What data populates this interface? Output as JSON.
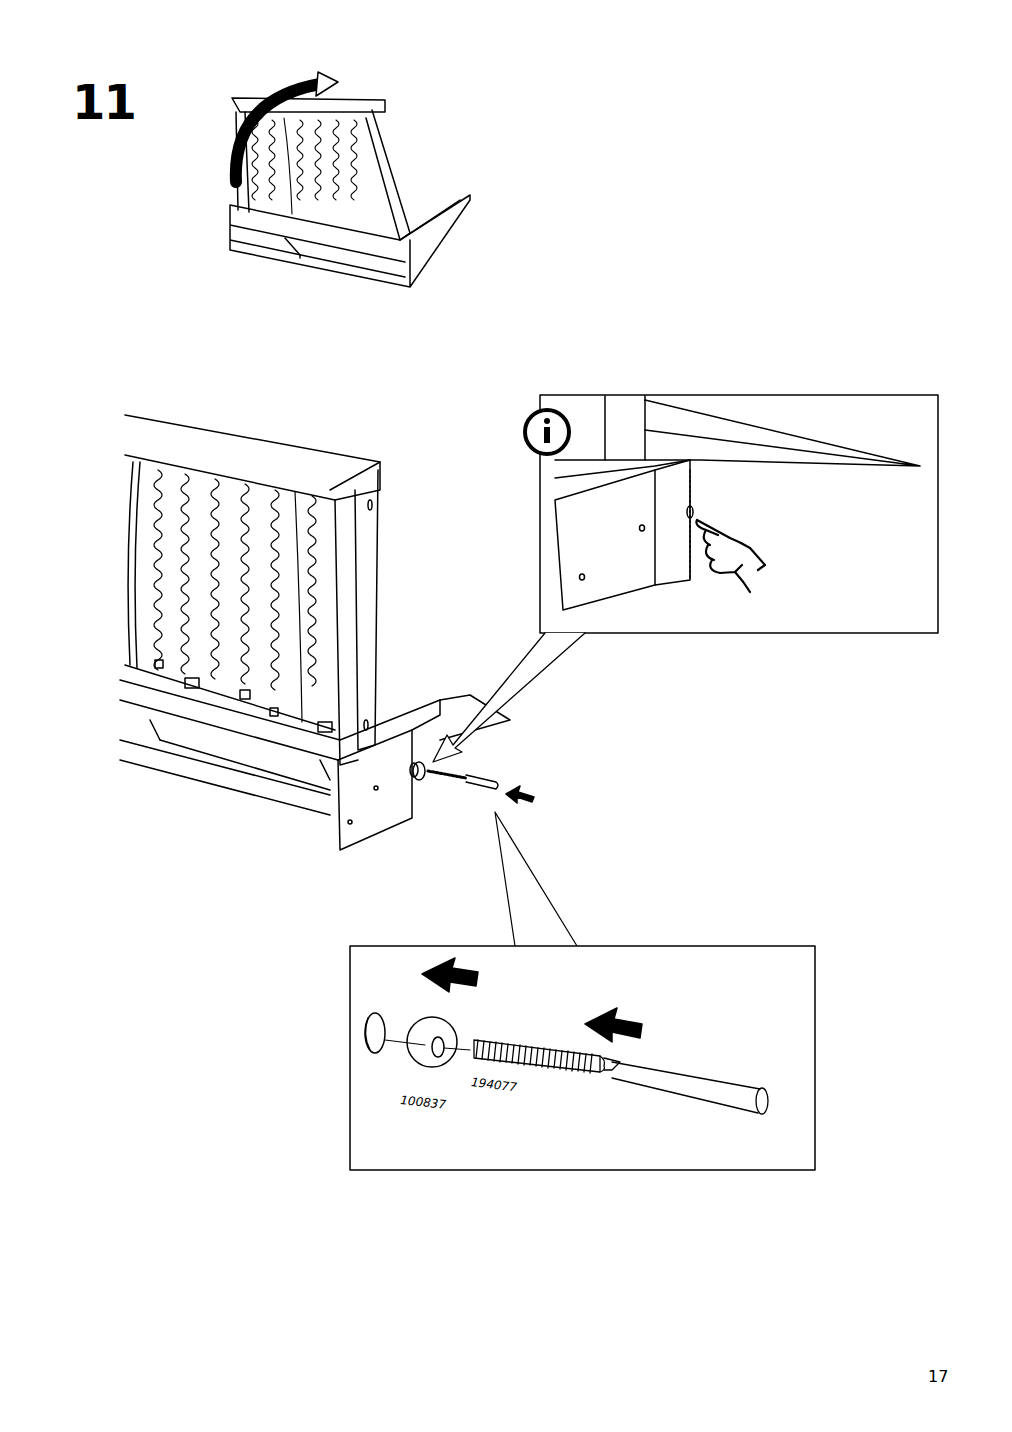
{
  "diagram": {
    "labels": [
      "11",
      "100837",
      "194077",
      "17"
    ]
  }
}
